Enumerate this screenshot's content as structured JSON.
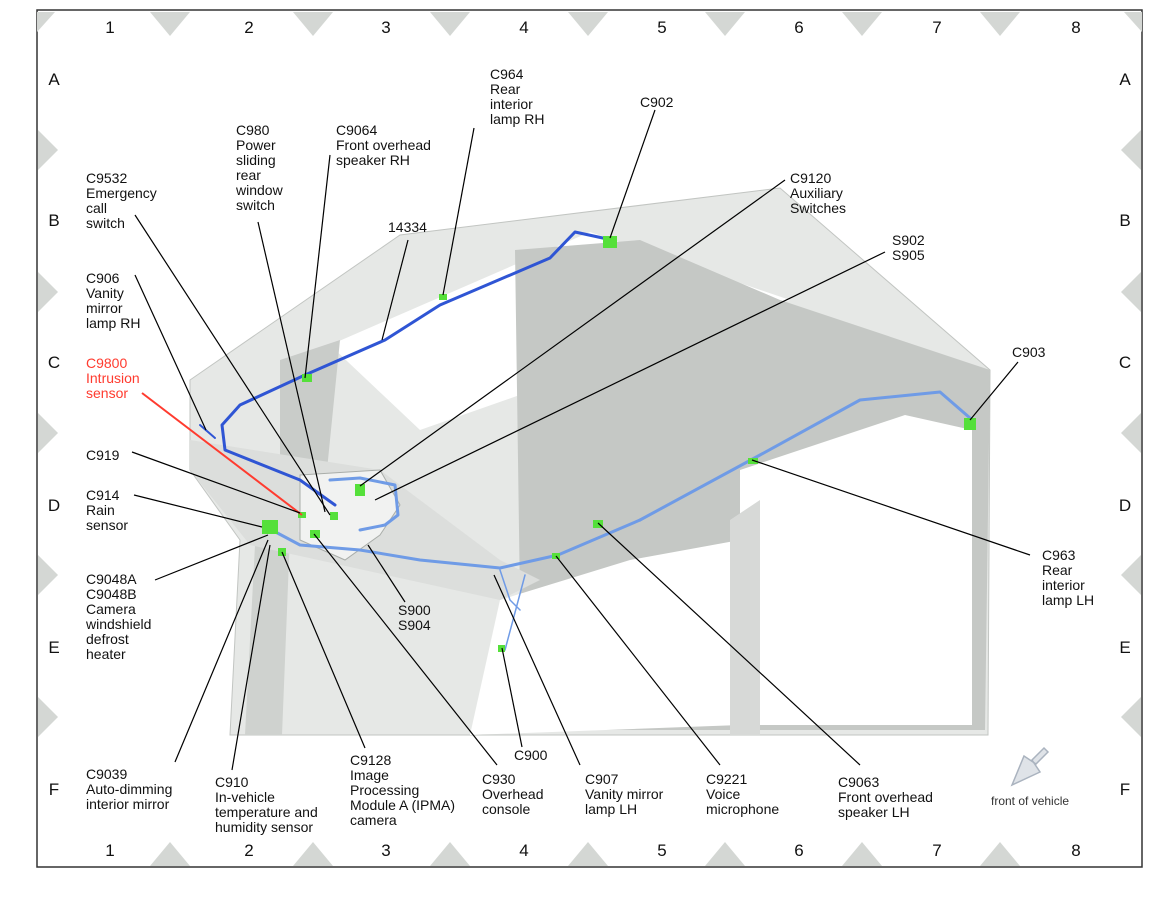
{
  "grid": {
    "columns": [
      "1",
      "2",
      "3",
      "4",
      "5",
      "6",
      "7",
      "8"
    ],
    "rows": [
      "A",
      "B",
      "C",
      "D",
      "E",
      "F"
    ]
  },
  "colors": {
    "harness": "#2f55d4",
    "harness_light": "#6f9be6",
    "connector": "#55e03a",
    "highlight": "#ff3b2f",
    "marker": "#d4d7d4"
  },
  "labels": {
    "c964": "C964\nRear\ninterior\nlamp RH",
    "c902": "C902",
    "c980": "C980\nPower\nsliding\nrear\nwindow\nswitch",
    "c9064": "C9064\nFront overhead\nspeaker RH",
    "c9532": "C9532\nEmergency\ncall\nswitch",
    "c9120": "C9120\nAuxiliary\nSwitches",
    "n14334": "14334",
    "s902": "S902\nS905",
    "c906": "C906\nVanity\nmirror\nlamp RH",
    "c9800": "C9800\nIntrusion\nsensor",
    "c903": "C903",
    "c919": "C919",
    "c914": "C914\nRain\nsensor",
    "c963": "C963\nRear\ninterior\nlamp LH",
    "c9048": "C9048A\nC9048B\nCamera\nwindshield\ndefrost\nheater",
    "s900": "S900\nS904",
    "c900": "C900",
    "c9039": "C9039\nAuto-dimming\ninterior mirror",
    "c910": "C910\nIn-vehicle\ntemperature and\nhumidity sensor",
    "c9128": "C9128\nImage\nProcessing\nModule A (IPMA)\ncamera",
    "c930": "C930\nOverhead\nconsole",
    "c907": "C907\nVanity mirror\nlamp LH",
    "c9221": "C9221\nVoice\nmicrophone",
    "c9063": "C9063\nFront overhead\nspeaker LH"
  },
  "front_of_vehicle": "front of vehicle",
  "icons": {
    "front_arrow": "arrow-down-left-icon"
  }
}
